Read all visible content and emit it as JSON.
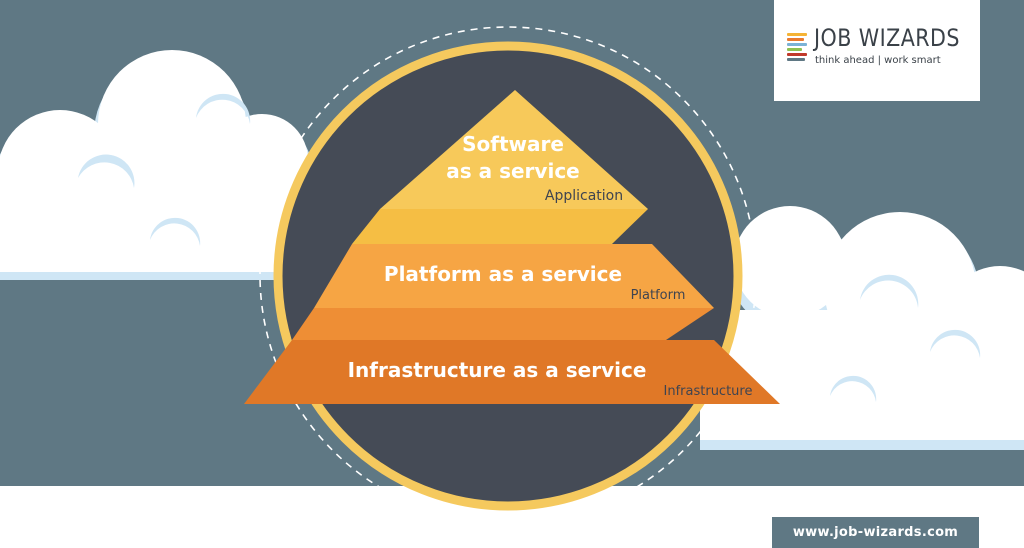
{
  "brand": {
    "name": "JOB WIZARDS",
    "tagline": "think ahead | work smart",
    "bar_colors": [
      "#f5b335",
      "#e97a2f",
      "#7ab2d6",
      "#8cc152",
      "#c0392b",
      "#5f7884"
    ]
  },
  "layers": [
    {
      "title_lines": [
        "Software",
        "as a service"
      ],
      "label": "Application",
      "color": "#f7c95a"
    },
    {
      "title_lines": [
        "Platform as a service"
      ],
      "label": "Platform",
      "color": "#f6a544"
    },
    {
      "title_lines": [
        "Infrastructure as a service"
      ],
      "label": "Infrastructure",
      "color": "#e07827"
    }
  ],
  "footer": {
    "url": "www.job-wizards.com"
  },
  "colors": {
    "sky": "#5f7884",
    "ground": "#ffffff",
    "circle_fill": "#454b56",
    "circle_ring": "#f5c95e",
    "cloud": "#ffffff",
    "cloud_shadow": "#cfe6f5",
    "layer_text": "#ffffff",
    "label_text": "#3f4450"
  }
}
